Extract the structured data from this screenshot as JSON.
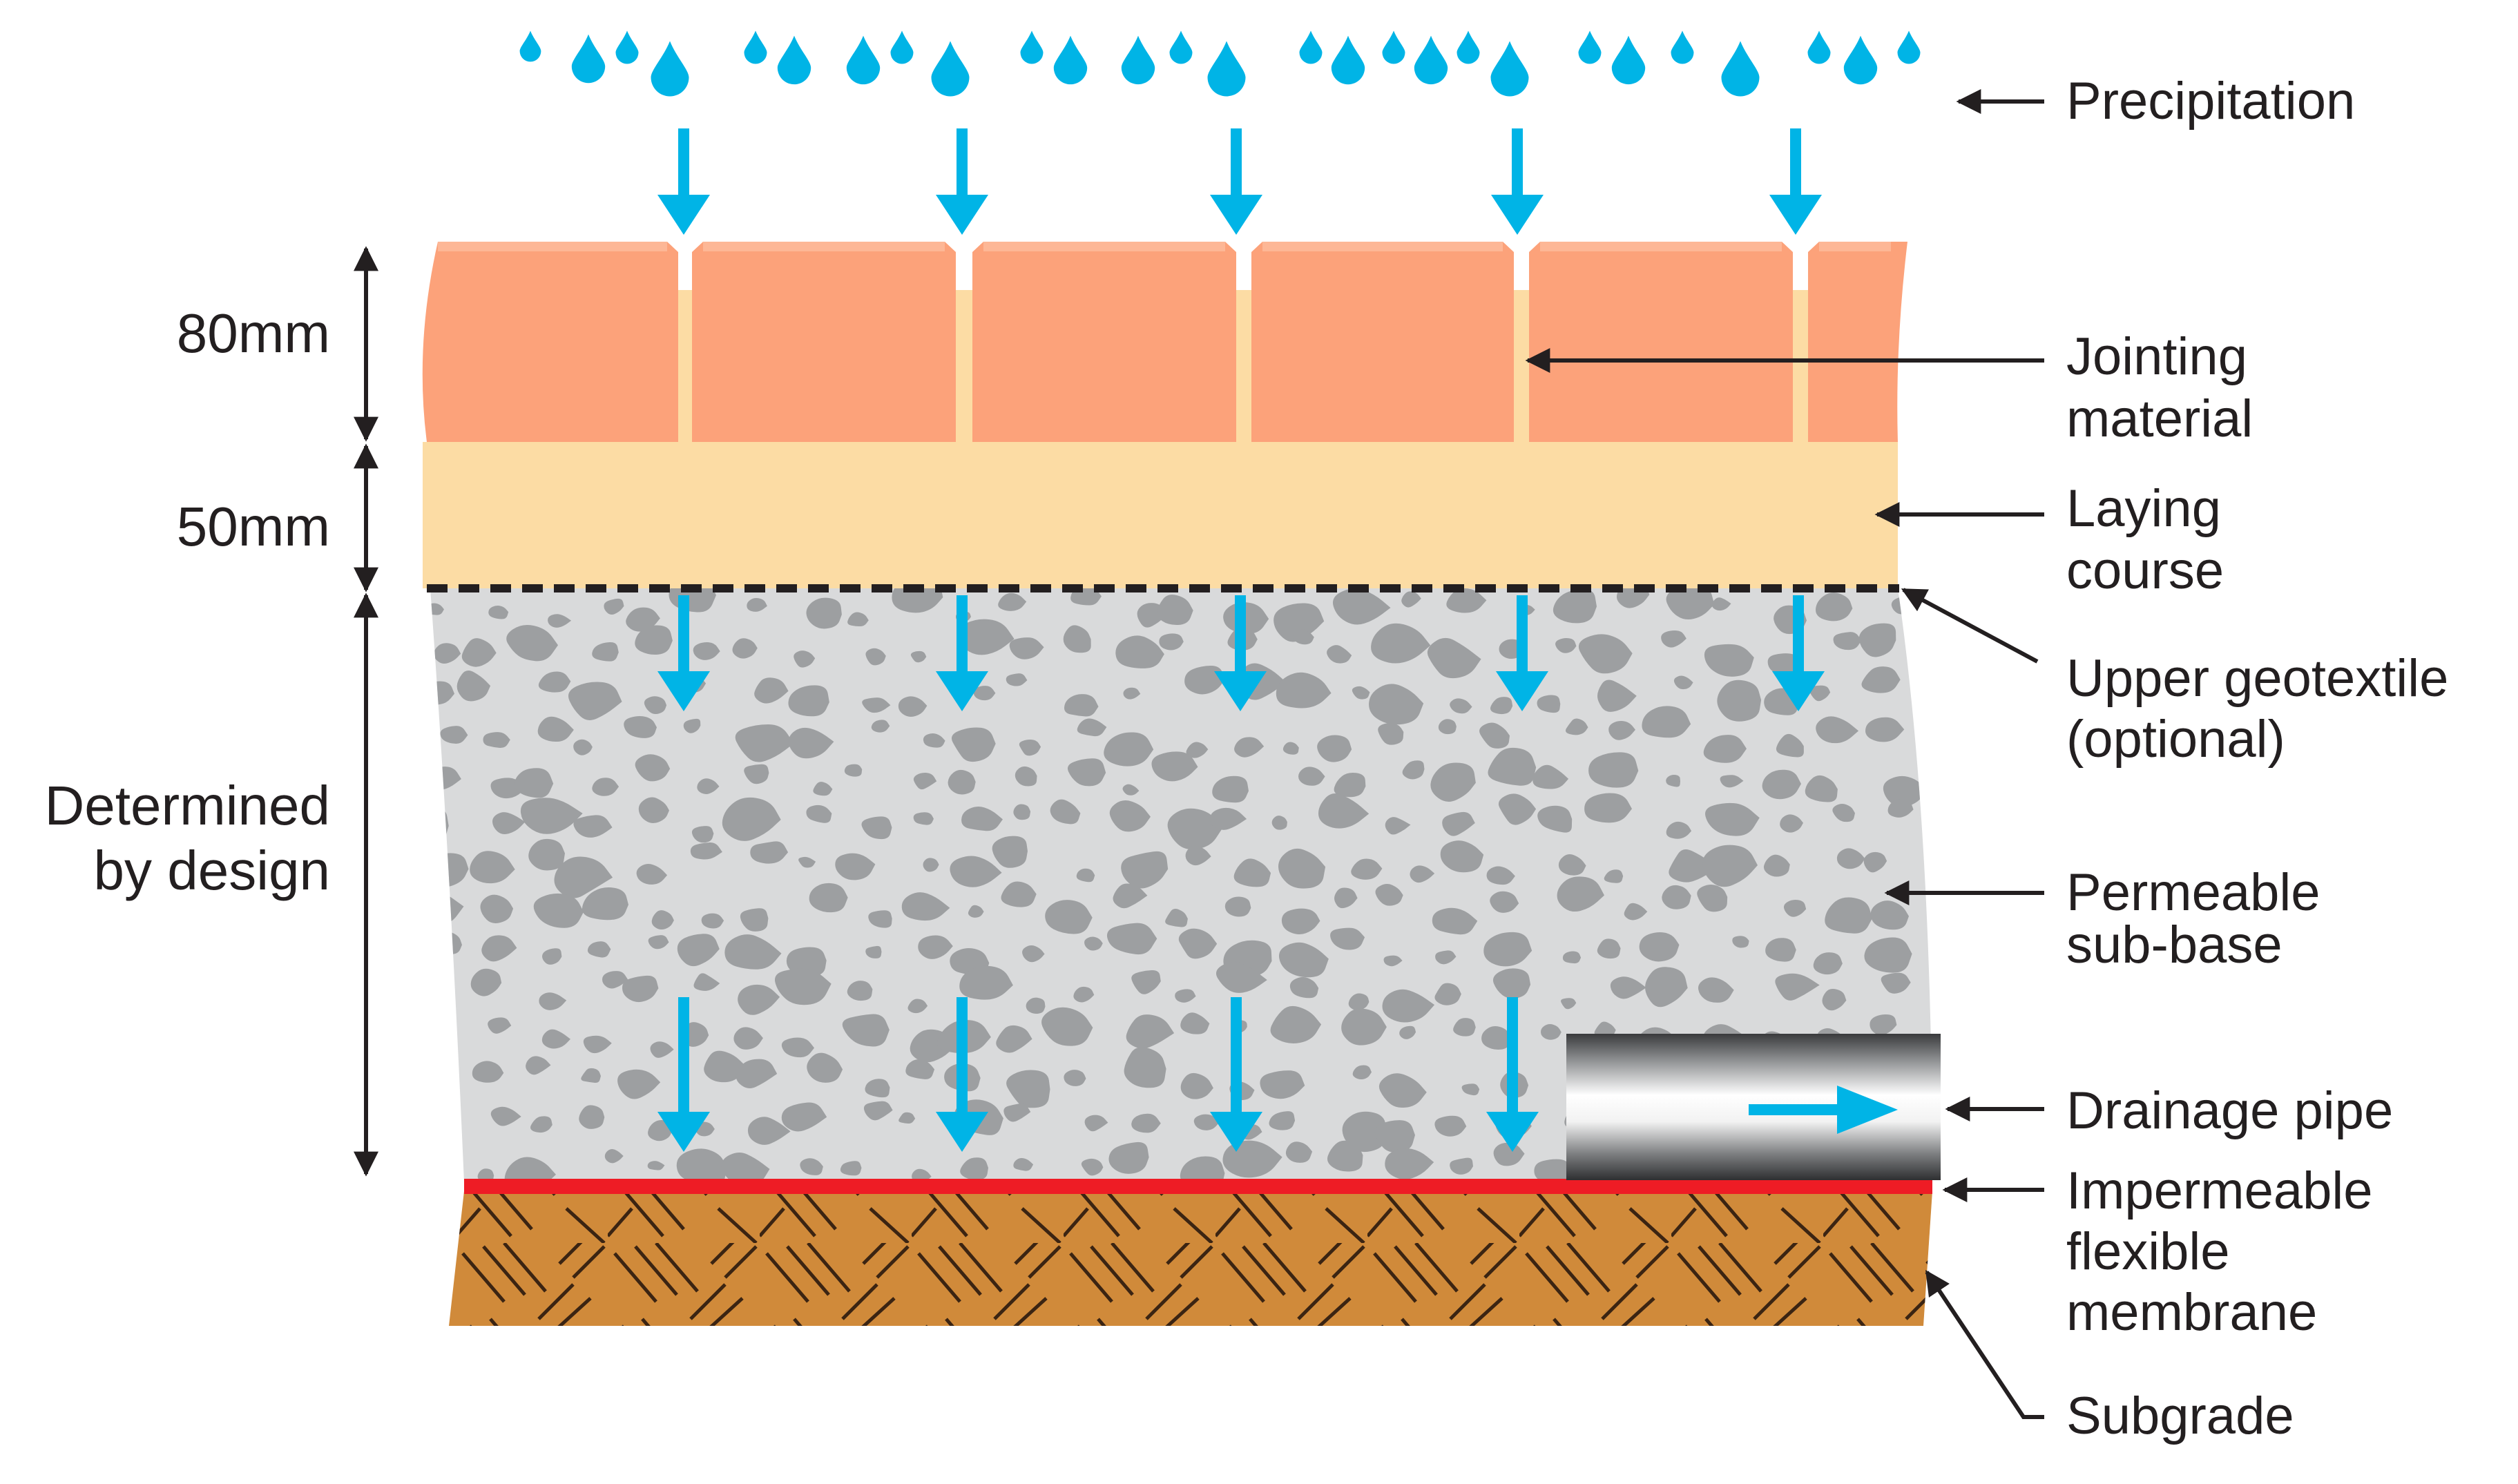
{
  "labels": {
    "precipitation": "Precipitation",
    "jointing_line1": "Jointing",
    "jointing_line2": "material",
    "laying_line1": "Laying",
    "laying_line2": "course",
    "geotextile_line1": "Upper geotextile",
    "geotextile_line2": "(optional)",
    "subbase_line1": "Permeable",
    "subbase_line2": "sub-base",
    "drainage": "Drainage pipe",
    "membrane_line1": "Impermeable",
    "membrane_line2": "flexible",
    "membrane_line3": "membrane",
    "subgrade": "Subgrade"
  },
  "dimensions": {
    "paving": "80mm",
    "laying": "50mm",
    "subbase_line1": "Determined",
    "subbase_line2": "by design"
  },
  "colors": {
    "water": "#00b4e6",
    "paver": "#fca27a",
    "paver_top": "#fdb796",
    "laying": "#fcdca4",
    "subbase": "#d9dadb",
    "aggregate": "#9d9fa1",
    "membrane": "#ee1c25",
    "subgrade": "#d08a3a",
    "ink": "#231f20"
  }
}
